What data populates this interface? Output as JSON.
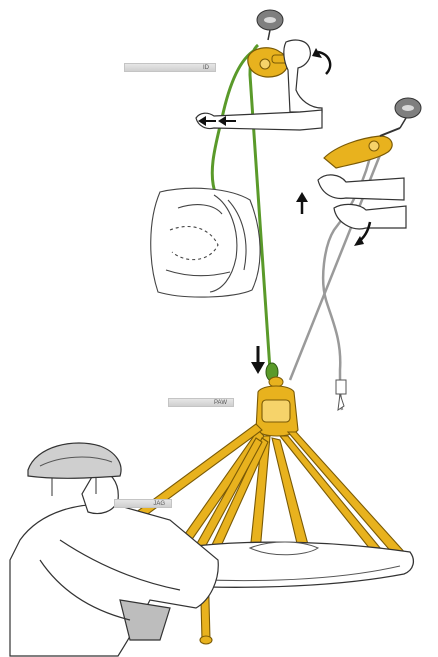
{
  "labels": {
    "top_tag": "ID",
    "middle_tag": "PAW",
    "person_tag": "JAG"
  },
  "colors": {
    "green_rope": "#5a9a2a",
    "gray_rope": "#9a9a9a",
    "yellow_sling": "#e8b21e",
    "sling_outline": "#7a5a06",
    "anchor_plate": "#8c8c8c",
    "outline": "#333333"
  },
  "icons": [
    "anchor-plate-icon",
    "pulley-icon",
    "rope-clamp-icon",
    "rotate-arrow-icon",
    "up-arrow-icon",
    "down-arrow-icon",
    "rope-bag-icon",
    "helmet-icon",
    "stretcher-icon"
  ]
}
